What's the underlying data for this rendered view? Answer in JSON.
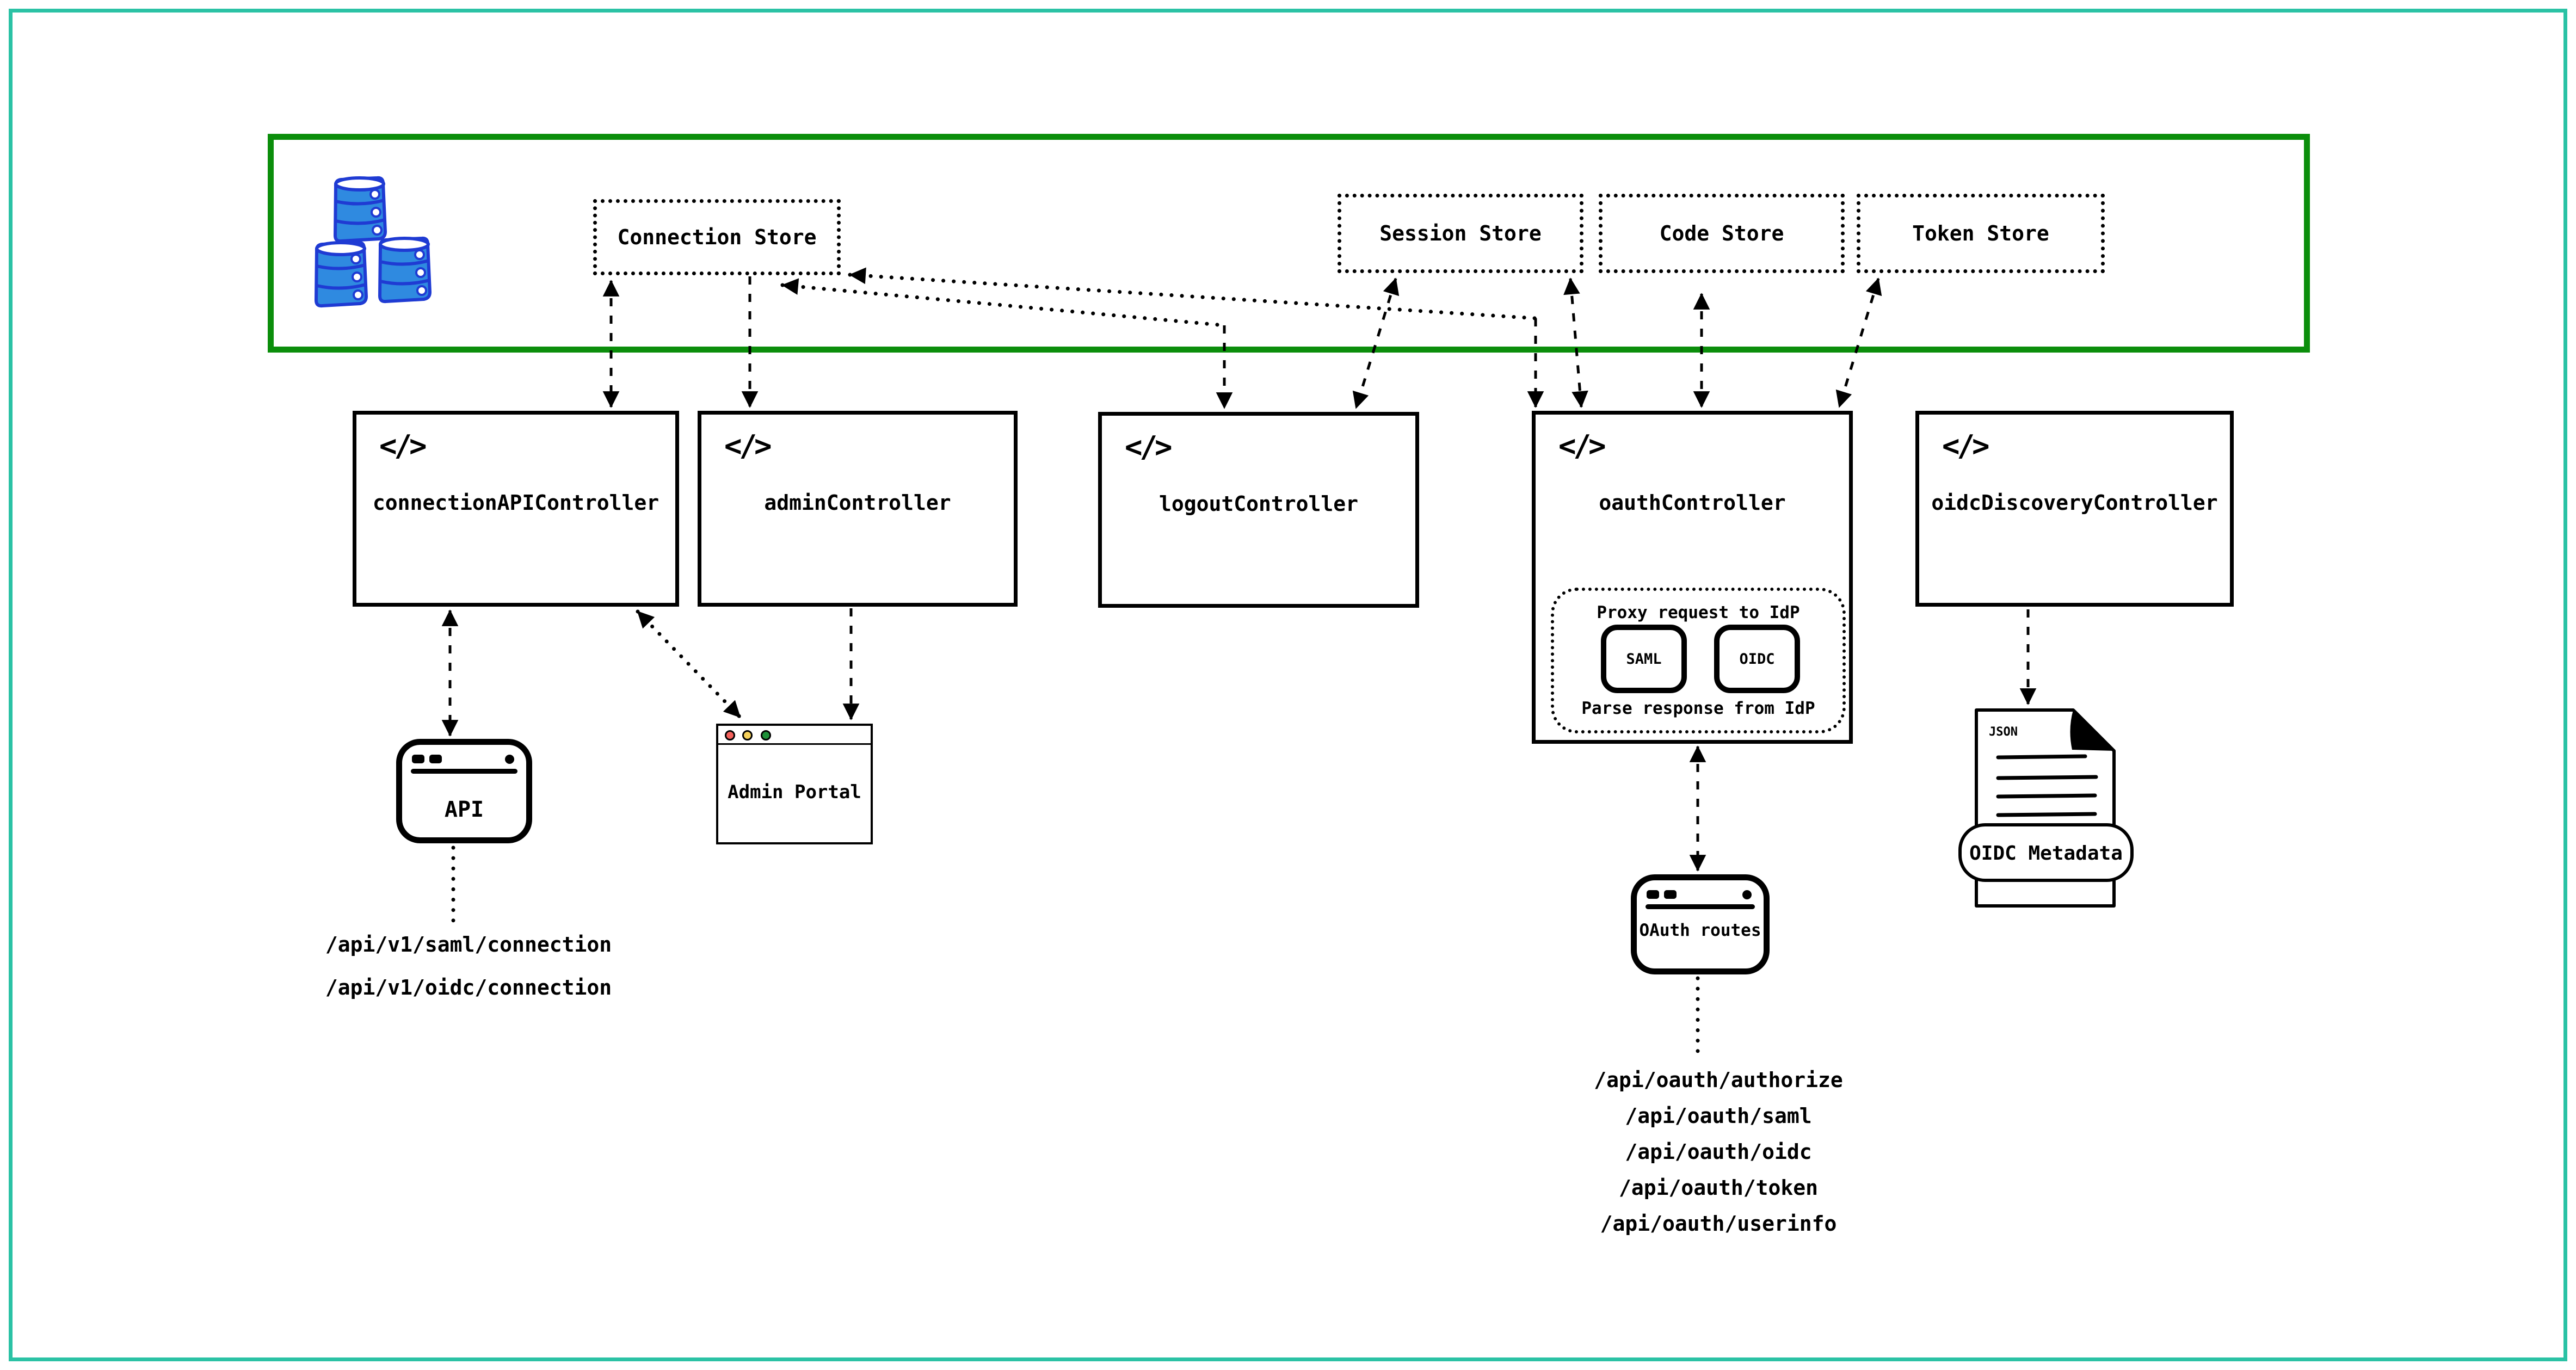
{
  "stores": {
    "connection": "Connection Store",
    "session": "Session Store",
    "code": "Code Store",
    "token": "Token Store"
  },
  "controllers": {
    "connection_api": "connectionAPIController",
    "admin": "adminController",
    "logout": "logoutController",
    "oauth": "oauthController",
    "oidc_discovery": "oidcDiscoveryController"
  },
  "code_icon_glyph": "</>",
  "oauth_proxy": {
    "request_label": "Proxy request to IdP",
    "saml_button": "SAML",
    "oidc_button": "OIDC",
    "response_label": "Parse response from IdP"
  },
  "windows": {
    "api_label": "API",
    "admin_portal_label": "Admin Portal",
    "oauth_routes_label": "OAuth routes"
  },
  "document": {
    "file_type": "JSON",
    "banner_label": "OIDC Metadata"
  },
  "endpoints": {
    "connection": [
      "/api/v1/saml/connection",
      "/api/v1/oidc/connection"
    ],
    "oauth": [
      "/api/oauth/authorize",
      "/api/oauth/saml",
      "/api/oauth/oidc",
      "/api/oauth/token",
      "/api/oauth/userinfo"
    ]
  },
  "colors": {
    "outer_border": "#2bc2a5",
    "store_container_border": "#0b8e0b",
    "database_fill": "#2f8ae0",
    "database_stroke": "#1f3bd3",
    "traffic_red": "#f4615c",
    "traffic_yellow": "#f5d05a",
    "traffic_green": "#1e9038",
    "line_color": "#000000"
  }
}
